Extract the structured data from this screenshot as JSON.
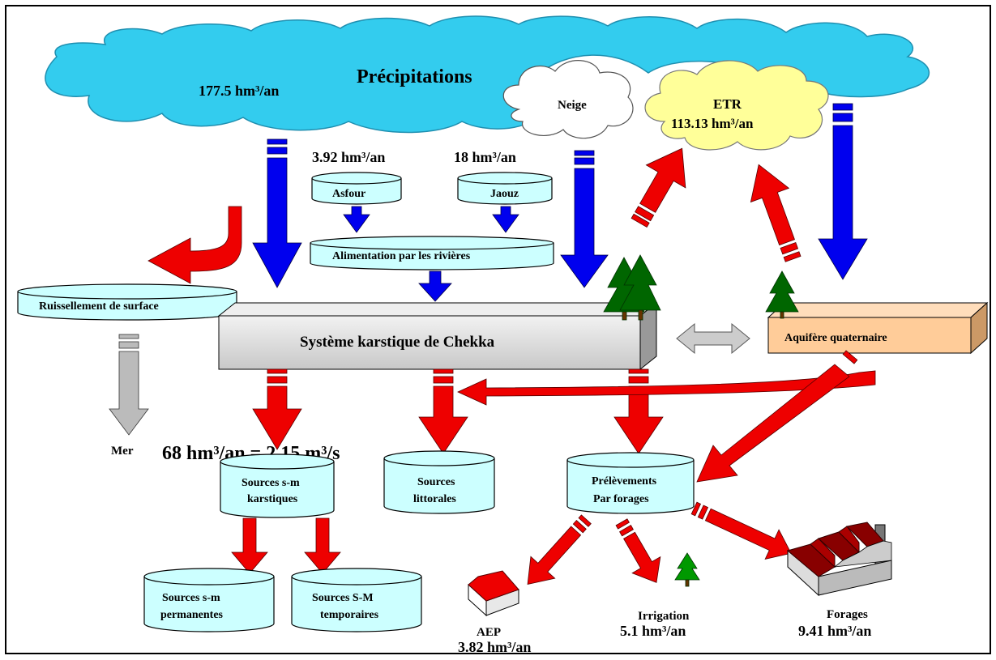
{
  "labels": {
    "precipitations": "Précipitations",
    "precip_value": "177.5 hm³/an",
    "neige": "Neige",
    "etr": "ETR",
    "etr_value": "113.13 hm³/an",
    "asfour_value": "3.92 hm³/an",
    "jaouz_value": "18 hm³/an",
    "asfour": "Asfour",
    "jaouz": "Jaouz",
    "alimentation": "Alimentation par les rivières",
    "ruissellement": "Ruissellement de surface",
    "systeme": "Système karstique de Chekka",
    "aquifere": "Aquifère quaternaire",
    "mer": "Mer",
    "sources_value": "68 hm³/an = 2.15 m³/s",
    "sources_karst_1": "Sources s-m",
    "sources_karst_2": "karstiques",
    "sources_litt_1": "Sources",
    "sources_litt_2": "littorales",
    "prelev_1": "Prélèvements",
    "prelev_2": "Par forages",
    "perm_1": "Sources s-m",
    "perm_2": "permanentes",
    "temp_1": "Sources S-M",
    "temp_2": "temporaires",
    "aep": "AEP",
    "aep_value": "3.82 hm³/an",
    "irrigation": "Irrigation",
    "irrigation_value": "5.1 hm³/an",
    "forages": "Forages",
    "forages_value": "9.41 hm³/an"
  },
  "colors": {
    "cloud": "#33CCEE",
    "etr_cloud": "#FFFF99",
    "cylinder": "#CCFFFF",
    "blue_arrow": "#0000EE",
    "red_arrow": "#EE0000",
    "grey_arrow": "#BBBBBB",
    "karst_box": "#DDDDDD",
    "aquifer_box": "#FFCC99",
    "tree": "#006600",
    "roof": "#990000"
  }
}
